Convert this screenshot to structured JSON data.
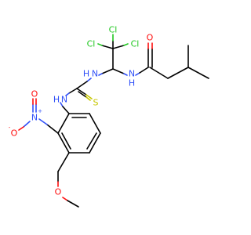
{
  "molecule": {
    "atoms": {
      "cl1": {
        "symbol": "Cl",
        "color": "#1fc71f"
      },
      "cl2": {
        "symbol": "Cl",
        "color": "#1fc71f"
      },
      "cl3": {
        "symbol": "Cl",
        "color": "#1fc71f"
      },
      "o_carbonyl": {
        "symbol": "O",
        "color": "#ff0d0d"
      },
      "nh_amide": {
        "symbol": "N",
        "h": "H",
        "color": "#3050f8"
      },
      "nh_thio": {
        "symbol": "N",
        "h": "H",
        "color": "#3050f8"
      },
      "nh_aryl": {
        "symbol": "H",
        "n": "N",
        "color": "#3050f8"
      },
      "s": {
        "symbol": "S",
        "color": "#c6c600"
      },
      "n_nitro": {
        "symbol": "N",
        "charge": "+",
        "color": "#3050f8"
      },
      "o_nitro_top": {
        "symbol": "O",
        "color": "#ff0d0d"
      },
      "o_nitro_minus": {
        "symbol": "O",
        "charge": "-",
        "color": "#ff0d0d"
      },
      "o_methoxy": {
        "symbol": "O",
        "color": "#ff0d0d"
      }
    }
  }
}
